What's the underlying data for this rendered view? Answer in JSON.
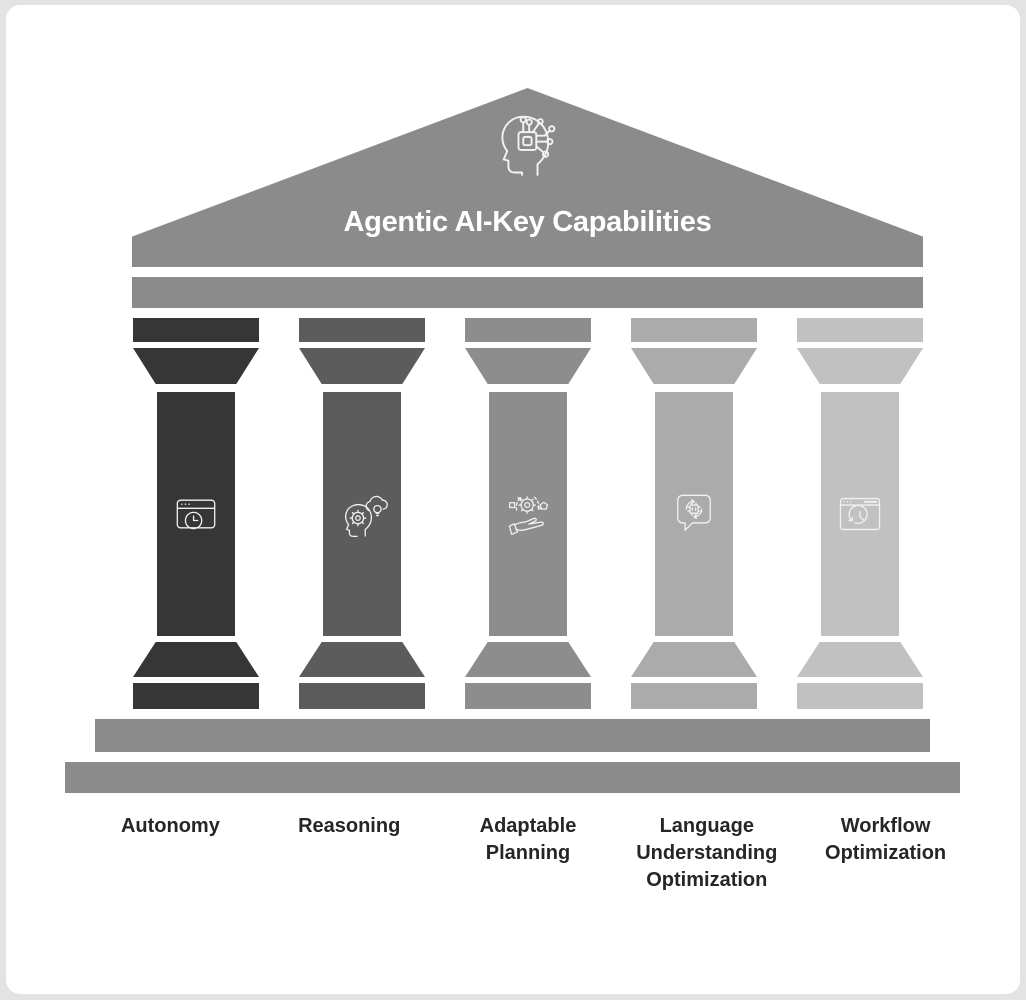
{
  "page": {
    "background": "#e3e3e3",
    "card_background": "#ffffff"
  },
  "pediment": {
    "title": "Agentic AI-Key Capabilities",
    "title_color": "#ffffff",
    "color": "#8b8b8b",
    "icon": "ai-head-chip-icon"
  },
  "pillars": [
    {
      "label": "Autonomy",
      "icon": "browser-clock-icon",
      "color": "#363636"
    },
    {
      "label": "Reasoning",
      "icon": "head-gear-cloud-icon",
      "color": "#5c5c5c"
    },
    {
      "label": "Adaptable Planning",
      "icon": "hand-gear-icon",
      "color": "#8d8d8d"
    },
    {
      "label": "Language Understanding Optimization",
      "icon": "chat-chip-sync-icon",
      "color": "#ababab"
    },
    {
      "label": "Workflow Optimization",
      "icon": "browser-history-icon",
      "color": "#c1c1c1"
    }
  ],
  "base": {
    "steps_color": "#8b8b8b",
    "label_color": "#262626"
  }
}
